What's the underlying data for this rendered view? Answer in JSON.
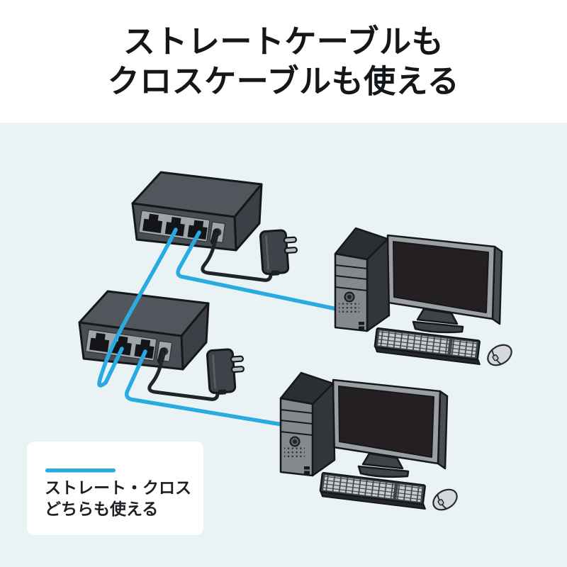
{
  "title": {
    "line1": "ストレートケーブルも",
    "line2": "クロスケーブルも使える"
  },
  "legend": {
    "label_line1": "ストレート・クロス",
    "label_line2": "どちらも使える"
  },
  "colors": {
    "cable": "#29abe2",
    "scene_background": "#e9f2f5",
    "legend_background": "#ffffff",
    "title_text": "#14171a",
    "device_dark": "#494e55",
    "device_gray": "#85898e",
    "outline": "#15171a"
  },
  "scene": {
    "objects": [
      {
        "name": "lan-switch-1",
        "type": "network switch, 3 LAN ports + DC jack"
      },
      {
        "name": "ac-adapter-1",
        "type": "AC power adapter with plug prongs"
      },
      {
        "name": "lan-switch-2",
        "type": "network switch, 3 LAN ports + DC jack"
      },
      {
        "name": "ac-adapter-2",
        "type": "AC power adapter with plug prongs"
      },
      {
        "name": "desktop-pc-1",
        "type": "desktop tower, monitor, keyboard, mouse"
      },
      {
        "name": "desktop-pc-2",
        "type": "desktop tower, monitor, keyboard, mouse"
      },
      {
        "name": "lan-cable-switch-to-switch",
        "type": "LAN cable (straight or cross)"
      },
      {
        "name": "lan-cable-switch1-to-pc1",
        "type": "LAN cable (straight or cross)"
      },
      {
        "name": "lan-cable-switch2-to-pc2",
        "type": "LAN cable (straight or cross)"
      }
    ]
  }
}
